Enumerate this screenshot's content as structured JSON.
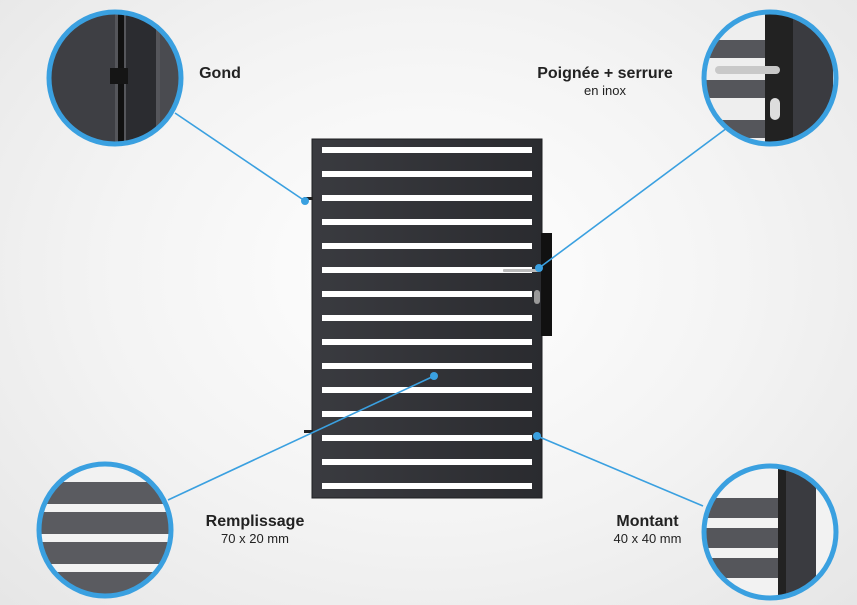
{
  "colors": {
    "accent": "#3aa0e0",
    "gate": "#2e2f33",
    "gap": "#ffffff"
  },
  "callouts": {
    "hinge": {
      "title": "Gond"
    },
    "handle": {
      "title": "Poignée + serrure",
      "subtitle": "en inox"
    },
    "infill": {
      "title": "Remplissage",
      "subtitle": "70 x 20 mm"
    },
    "post": {
      "title": "Montant",
      "subtitle": "40 x 40 mm"
    }
  },
  "gate": {
    "slat_gaps": 15
  }
}
